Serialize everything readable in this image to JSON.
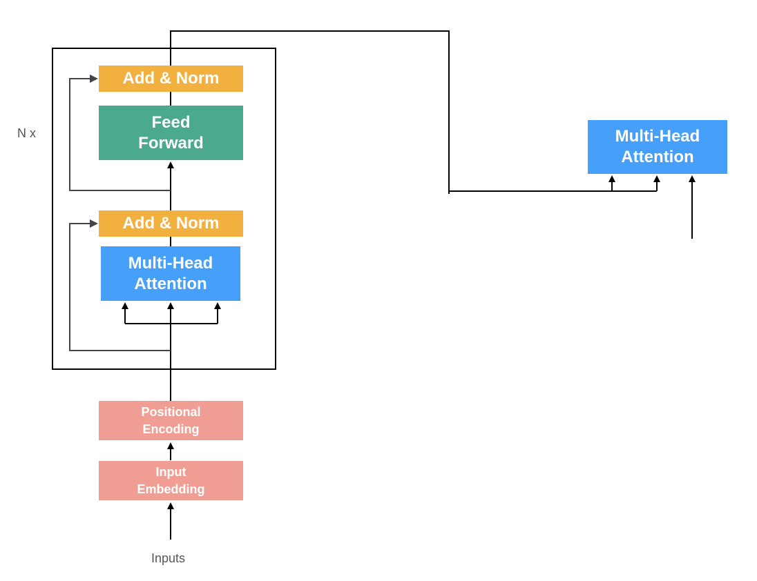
{
  "encoder": {
    "repeat_label": "N x",
    "add_norm_top": "Add & Norm",
    "feed_forward": "Feed\nForward",
    "add_norm_bottom": "Add & Norm",
    "self_attention": "Multi-Head\nAttention"
  },
  "embedding": {
    "positional_encoding": "Positional\nEncoding",
    "input_embedding": "Input\nEmbedding",
    "inputs_label": "Inputs"
  },
  "decoder": {
    "cross_attention": "Multi-Head\nAttention"
  },
  "colors": {
    "add_norm": "#f2b13f",
    "feed_forward": "#4aa98e",
    "attention": "#469ff8",
    "embedding": "#f09e94",
    "line": "#000000",
    "residual_arrow": "#444444"
  }
}
